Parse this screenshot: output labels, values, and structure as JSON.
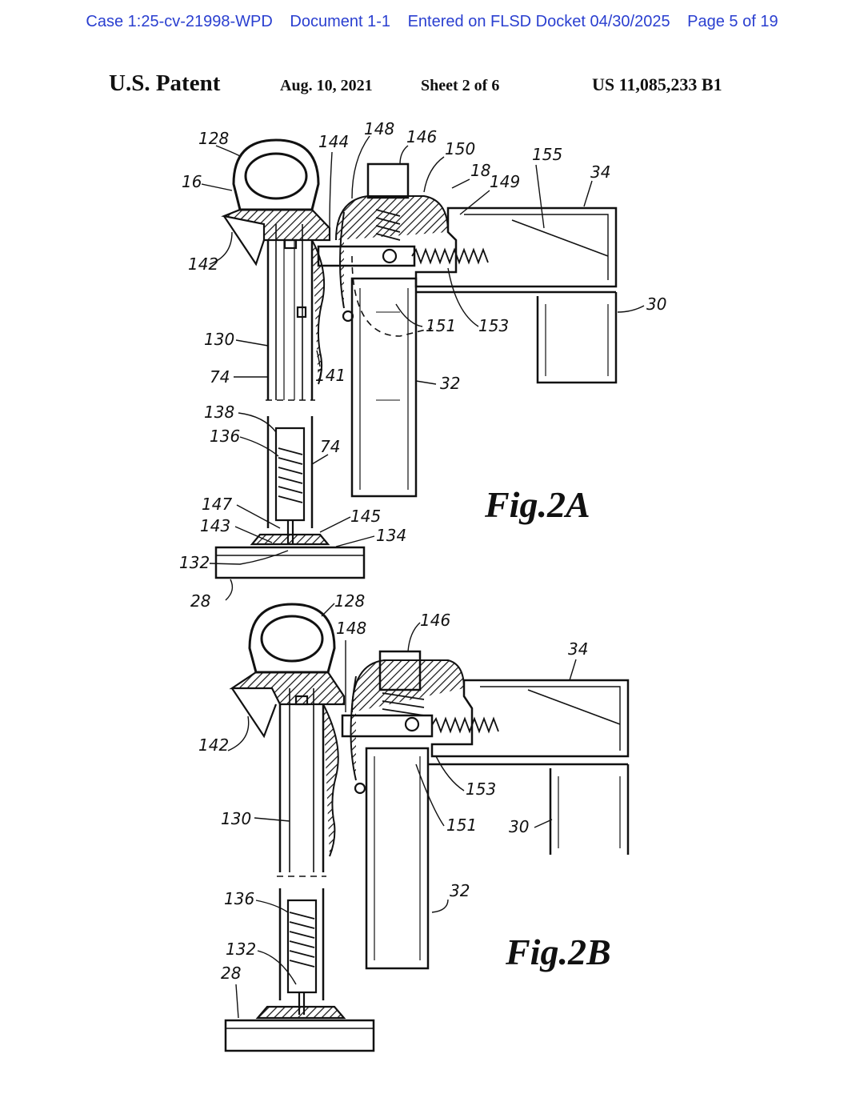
{
  "court_header": {
    "case": "Case 1:25-cv-21998-WPD",
    "document": "Document 1-1",
    "entered": "Entered on FLSD Docket 04/30/2025",
    "page": "Page 5 of 19"
  },
  "patent_header": {
    "title": "U.S. Patent",
    "date": "Aug. 10, 2021",
    "sheet": "Sheet 2 of 6",
    "number": "US 11,085,233 B1"
  },
  "figures": [
    {
      "label": "Fig.2A",
      "reference_numerals": [
        "128",
        "144",
        "148",
        "146",
        "150",
        "18",
        "149",
        "155",
        "34",
        "16",
        "142",
        "151",
        "153",
        "30",
        "130",
        "74",
        "141",
        "32",
        "138",
        "136",
        "74",
        "147",
        "143",
        "145",
        "134",
        "132",
        "28"
      ]
    },
    {
      "label": "Fig.2B",
      "reference_numerals": [
        "128",
        "148",
        "146",
        "34",
        "142",
        "153",
        "130",
        "151",
        "30",
        "136",
        "32",
        "132",
        "28"
      ]
    }
  ]
}
